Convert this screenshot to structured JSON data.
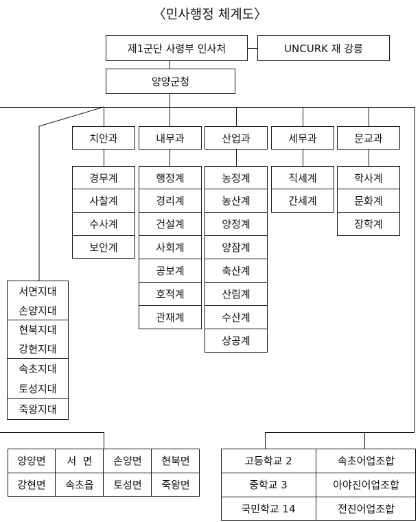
{
  "title": "〈민사행정 체계도〉",
  "top": {
    "command": "제1군단 사령부 인사처",
    "uncurk": "UNCURK 재 강릉",
    "county": "양양군청"
  },
  "departments": [
    {
      "name": "치안과",
      "sections": [
        "경무계",
        "사찰계",
        "수사계",
        "보안계"
      ]
    },
    {
      "name": "내무과",
      "sections": [
        "행정계",
        "경리계",
        "건설계",
        "사회계",
        "공보계",
        "호적계",
        "관재계"
      ]
    },
    {
      "name": "산업과",
      "sections": [
        "농정계",
        "농산계",
        "양정계",
        "양잠계",
        "축산계",
        "산림계",
        "수산계",
        "상공계"
      ]
    },
    {
      "name": "세무과",
      "sections": [
        "직세계",
        "간세계"
      ]
    },
    {
      "name": "문교과",
      "sections": [
        "학사계",
        "문화계",
        "장학계"
      ]
    }
  ],
  "districts": [
    "서면지대",
    "손양지대",
    "현북지대",
    "강현지대",
    "속초지대",
    "토성지대",
    "죽왕지대"
  ],
  "townships": [
    "양양면",
    "서  면",
    "손양면",
    "현북면",
    "강현면",
    "속초읍",
    "토성면",
    "죽왕면"
  ],
  "schools": [
    "고등학교 2",
    "중학교 3",
    "국민학교 14"
  ],
  "fisheries": [
    "속초어업조합",
    "아야진어업조합",
    "전진어업조합"
  ]
}
